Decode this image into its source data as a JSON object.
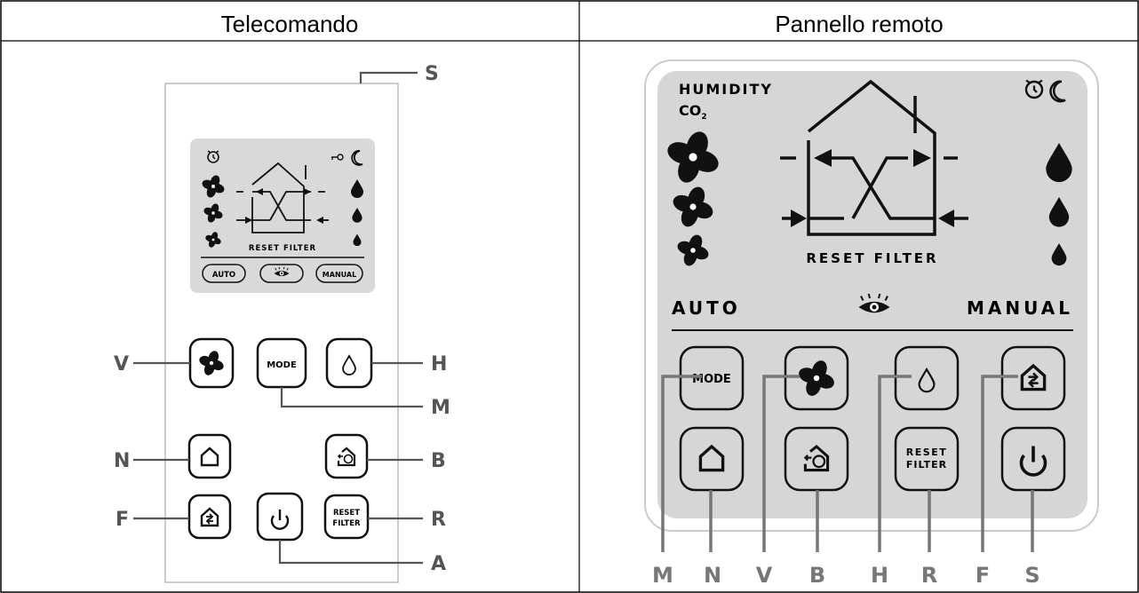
{
  "headers": {
    "left": "Telecomando",
    "right": "Pannello remoto"
  },
  "display": {
    "reset_filter": "RESET FILTER",
    "auto": "AUTO",
    "manual": "MANUAL",
    "humidity": "HUMIDITY",
    "co2": "CO"
  },
  "buttons": {
    "mode": "MODE",
    "reset_line1": "RESET",
    "reset_line2": "FILTER"
  },
  "callouts_left": {
    "s": "S",
    "v": "V",
    "h": "H",
    "m": "M",
    "n": "N",
    "b": "B",
    "f": "F",
    "r": "R",
    "a": "A"
  },
  "callouts_right": [
    "M",
    "N",
    "V",
    "B",
    "H",
    "R",
    "F",
    "S"
  ],
  "colors": {
    "line": "#333333",
    "panel_bg": "#d6d6d6",
    "callout": "#555555"
  }
}
